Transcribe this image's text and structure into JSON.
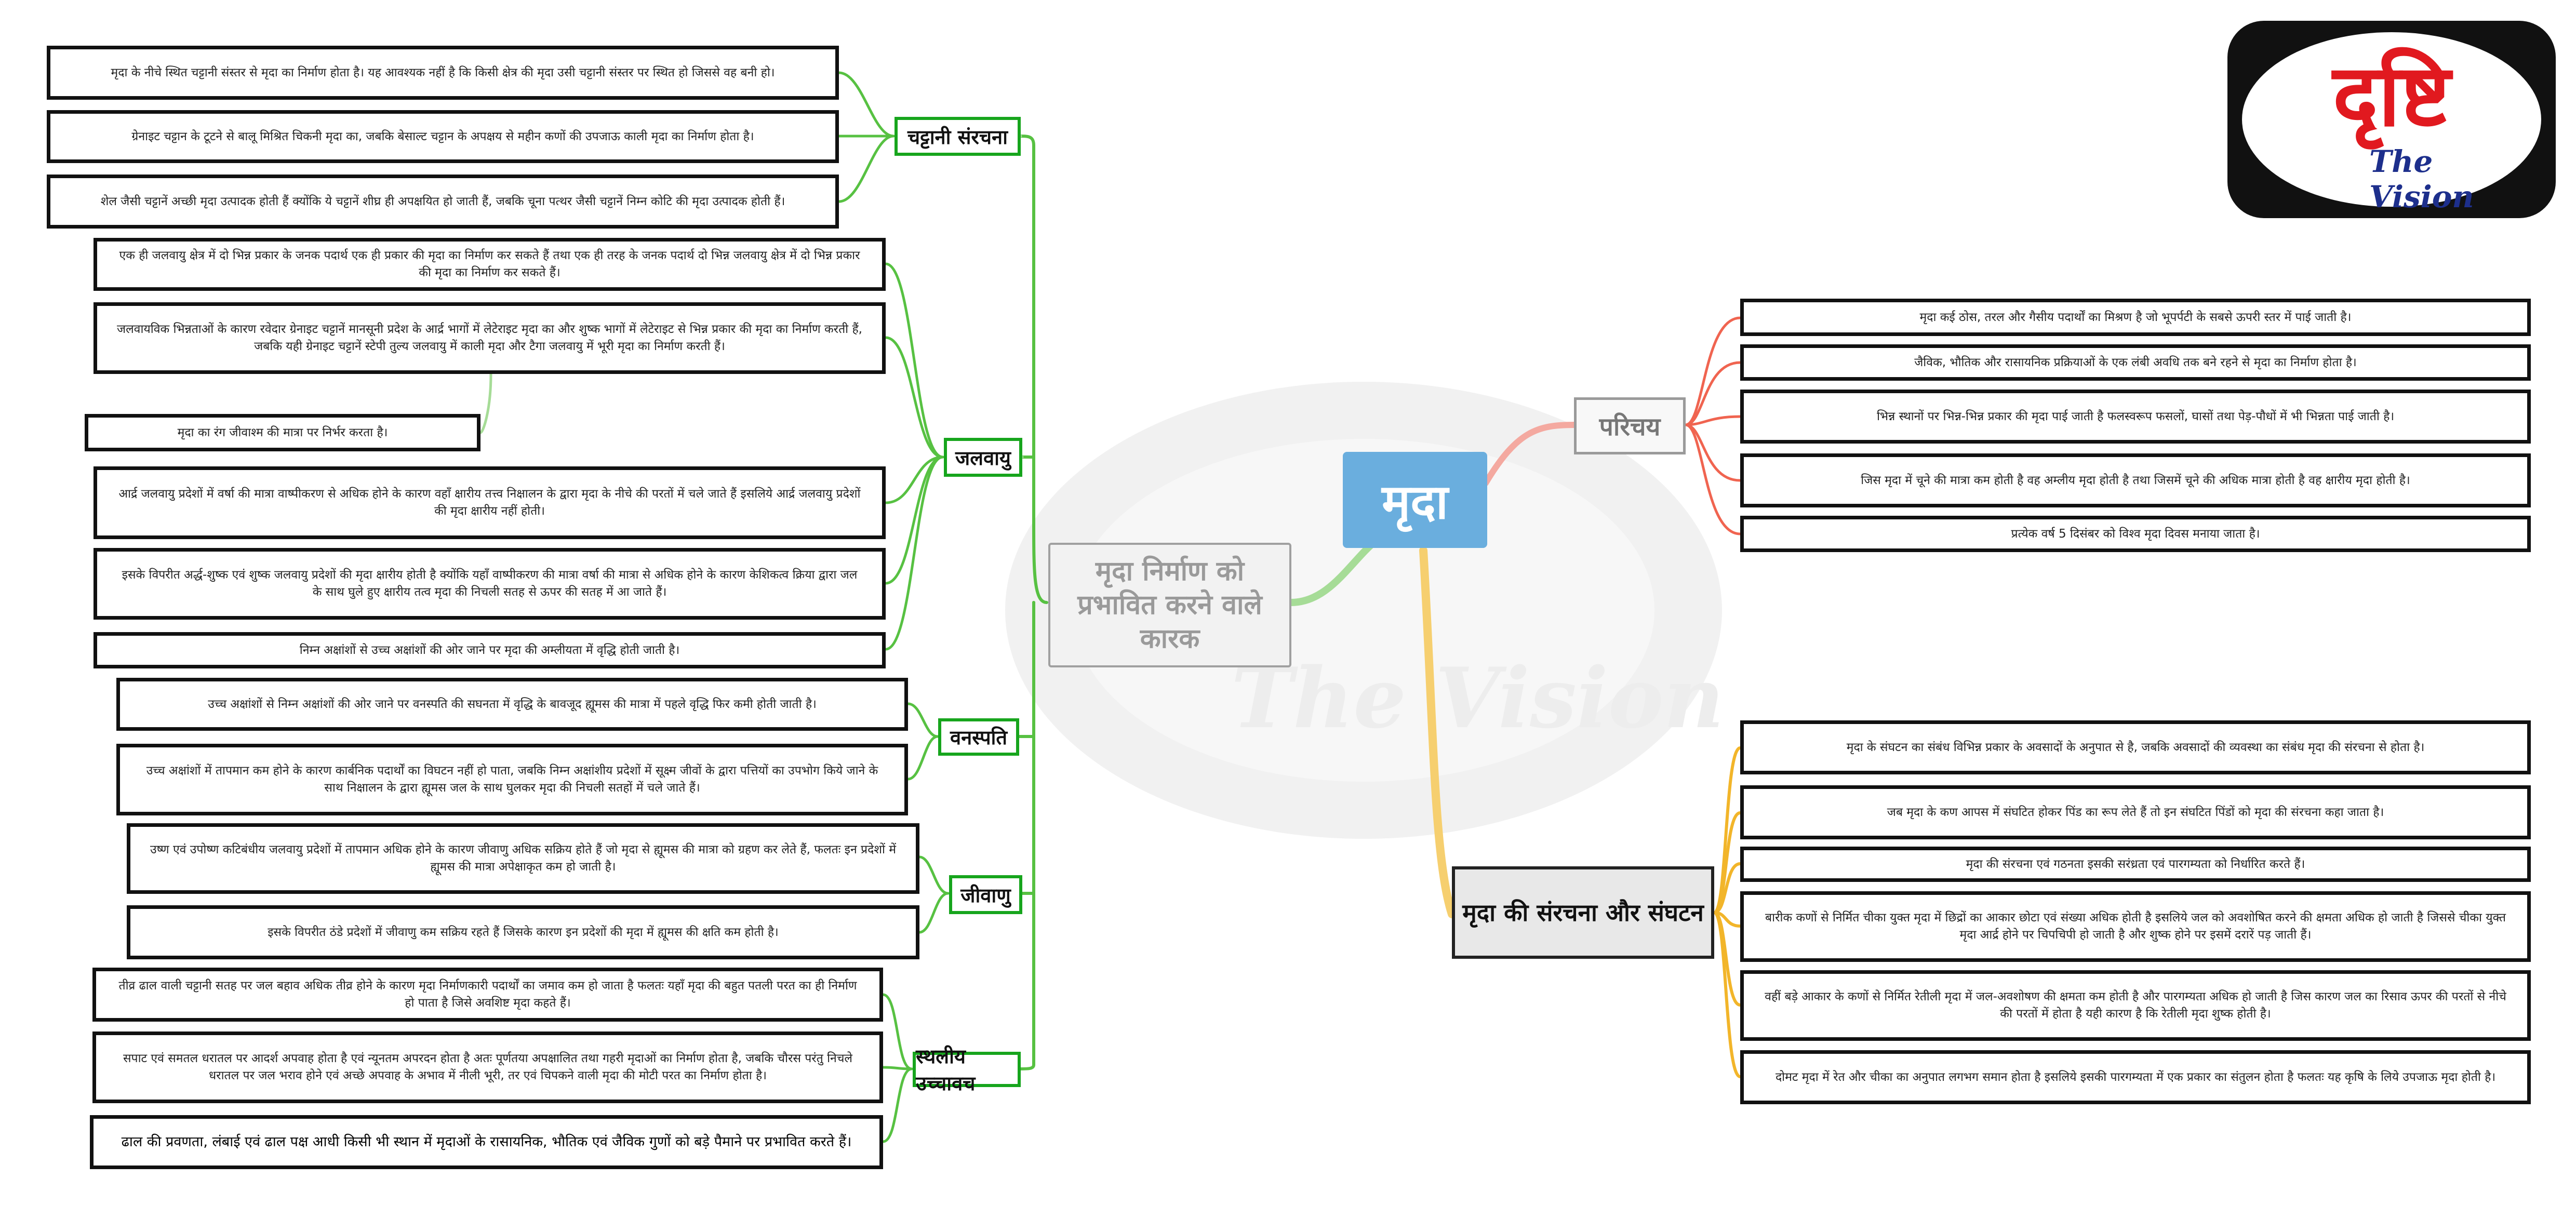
{
  "root": {
    "label": "मृदा"
  },
  "watermark": {
    "text": "The Vision"
  },
  "logo": {
    "hindi": "दृष्टि",
    "english": "The Vision"
  },
  "factors": {
    "label": "मृदा निर्माण को प्रभावित करने वाले कारक",
    "categories": {
      "rock": {
        "label": "चट्टानी संरचना",
        "items": [
          "मृदा के नीचे स्थित चट्टानी संस्तर से मृदा का निर्माण होता है। यह आवश्यक नहीं है कि किसी क्षेत्र की मृदा उसी चट्टानी संस्तर पर स्थित हो जिससे वह बनी हो।",
          "ग्रेनाइट चट्टान के टूटने से बालू मिश्रित चिकनी मृदा का, जबकि बेसाल्ट चट्टान के अपक्षय से महीन कणों की उपजाऊ काली मृदा का निर्माण होता है।",
          "शेल जैसी चट्टानें अच्छी मृदा उत्पादक होती हैं क्योंकि ये चट्टानें शीघ्र ही अपक्षयित हो जाती हैं, जबकि चूना पत्थर जैसी चट्टानें निम्न कोटि की मृदा उत्पादक होती हैं।"
        ]
      },
      "climate": {
        "label": "जलवायु",
        "items": [
          "एक ही जलवायु क्षेत्र में दो भिन्न प्रकार के जनक पदार्थ एक ही प्रकार की मृदा का निर्माण कर सकते हैं तथा एक ही तरह के जनक पदार्थ दो भिन्न जलवायु क्षेत्र में दो भिन्न प्रकार की मृदा का निर्माण कर सकते हैं।",
          "जलवायविक भिन्नताओं के कारण रवेदार ग्रेनाइट चट्टानें मानसूनी प्रदेश के आर्द्र भागों में लेटेराइट मृदा का और शुष्क भागों में लेटेराइट से भिन्न प्रकार की मृदा का निर्माण करती हैं, जबकि यही ग्रेनाइट चट्टानें स्टेपी तुल्य जलवायु में काली मृदा और टैगा जलवायु में भूरी मृदा का निर्माण करती हैं।",
          "मृदा का रंग जीवाश्म की मात्रा पर निर्भर करता है।",
          "आर्द्र जलवायु प्रदेशों में वर्षा की मात्रा वाष्पीकरण से अधिक होने के कारण वहाँ क्षारीय तत्त्व निक्षालन के द्वारा मृदा के नीचे की परतों में चले जाते हैं इसलिये आर्द्र जलवायु प्रदेशों की मृदा क्षारीय नहीं होती।",
          "इसके विपरीत अर्द्ध-शुष्क एवं शुष्क जलवायु प्रदेशों की मृदा क्षारीय होती है क्योंकि यहाँ वाष्पीकरण की मात्रा वर्षा की मात्रा से अधिक होने के कारण केशिकत्व क्रिया द्वारा जल के साथ घुले हुए क्षारीय तत्व मृदा की निचली सतह से ऊपर की सतह में आ जाते हैं।",
          "निम्न अक्षांशों से उच्च अक्षांशों की ओर जाने पर मृदा की अम्लीयता में वृद्धि होती जाती है।"
        ]
      },
      "vegetation": {
        "label": "वनस्पति",
        "items": [
          "उच्च अक्षांशों से निम्न अक्षांशों की ओर जाने पर वनस्पति की सघनता में वृद्धि के बावजूद ह्यूमस की मात्रा में पहले वृद्धि फिर कमी होती जाती है।",
          "उच्च अक्षांशों में तापमान कम होने के कारण कार्बनिक पदार्थों का विघटन नहीं हो पाता, जबकि निम्न अक्षांशीय प्रदेशों में सूक्ष्म जीवों के द्वारा पत्तियों का उपभोग किये जाने के साथ निक्षालन के द्वारा ह्यूमस जल के साथ घुलकर मृदा की निचली सतहों में चले जाते हैं।"
        ]
      },
      "bacteria": {
        "label": "जीवाणु",
        "items": [
          "उष्ण एवं उपोष्ण कटिबंधीय जलवायु प्रदेशों में तापमान अधिक होने के कारण जीवाणु अधिक सक्रिय होते हैं जो मृदा से ह्यूमस की मात्रा को ग्रहण कर लेते हैं, फलतः इन प्रदेशों में ह्यूमस की मात्रा अपेक्षाकृत कम हो जाती है।",
          "इसके विपरीत ठंडे प्रदेशों में जीवाणु कम सक्रिय रहते हैं जिसके कारण इन प्रदेशों की मृदा में ह्यूमस की क्षति कम होती है।"
        ]
      },
      "relief": {
        "label": "स्थलीय उच्चावच",
        "items": [
          "तीव्र ढाल वाली चट्टानी सतह पर जल बहाव अधिक तीव्र होने के कारण मृदा निर्माणकारी पदार्थों का जमाव कम हो जाता है फलतः यहाँ मृदा की बहुत पतली परत का ही निर्माण हो पाता है जिसे अवशिष्ट मृदा कहते हैं।",
          "सपाट एवं समतल धरातल पर आदर्श अपवाह होता है एवं न्यूनतम अपरदन होता है अतः पूर्णतया अपक्षालित तथा गहरी मृदाओं का निर्माण होता है, जबकि चौरस परंतु निचले धरातल पर जल भराव होने एवं अच्छे अपवाह के अभाव में नीली भूरी, तर एवं चिपकने वाली मृदा की मोटी परत का निर्माण होता है।",
          "ढाल की प्रवणता, लंबाई एवं ढाल पक्ष आधी किसी भी स्थान में मृदाओं के रासायनिक, भौतिक एवं जैविक गुणों को बड़े पैमाने पर प्रभावित करते हैं।"
        ]
      }
    }
  },
  "intro": {
    "label": "परिचय",
    "items": [
      "मृदा कई ठोस, तरल और गैसीय पदार्थों का मिश्रण है जो भूपर्पटी के सबसे ऊपरी स्तर में पाई जाती है।",
      "जैविक, भौतिक और रासायनिक प्रक्रियाओं के एक लंबी अवधि तक बने रहने से मृदा का निर्माण होता है।",
      "भिन्न स्थानों पर भिन्न-भिन्न प्रकार की मृदा पाई जाती है फलस्वरूप फसलों, घासों तथा पेड़-पौधों में भी भिन्नता पाई जाती है।",
      "जिस मृदा में चूने की मात्रा कम होती है वह अम्लीय मृदा होती है तथा जिसमें चूने की अधिक मात्रा होती है वह क्षारीय मृदा होती है।",
      "प्रत्येक वर्ष 5 दिसंबर को विश्व मृदा दिवस मनाया जाता है।"
    ]
  },
  "structure": {
    "label": "मृदा की संरचना और संघटन",
    "items": [
      "मृदा के संघटन का संबंध विभिन्न प्रकार के अवसादों के अनुपात से है, जबकि अवसादों की व्यवस्था का संबंध मृदा की संरचना से होता है।",
      "जब मृदा के कण आपस में संघटित होकर पिंड का रूप लेते हैं तो इन संघटित पिंडों को मृदा की संरचना कहा जाता है।",
      "मृदा की संरचना एवं गठनता इसकी सरंध्रता एवं पारगम्यता को निर्धारित करते हैं।",
      "बारीक कणों से निर्मित चीका युक्त मृदा में छिद्रों का आकार छोटा एवं संख्या अधिक होती है इसलिये जल को अवशोषित करने की क्षमता अधिक हो जाती है जिससे चीका युक्त मृदा आर्द्र होने पर चिपचिपी हो जाती है और शुष्क होने पर इसमें दरारें पड़ जाती हैं।",
      "वहीं बड़े आकार के कणों से निर्मित रेतीली मृदा में जल-अवशोषण की क्षमता कम होती है और पारगम्यता अधिक हो जाती है जिस कारण जल का रिसाव ऊपर की परतों से नीचे की परतों में होता है यही कारण है कि रेतीली मृदा शुष्क होती है।",
      "दोमट मृदा में रेत और चीका का अनुपात लगभग समान होता है इसलिये इसकी पारगम्यता में एक प्रकार का संतुलन होता है फलतः यह कृषि के लिये उपजाऊ मृदा होती है।"
    ]
  },
  "colors": {
    "factors_branch": "#57c142",
    "intro_branch": "#f06450",
    "structure_branch": "#f2b52a",
    "root_fill": "#6aaede",
    "logo_red": "#e1191f",
    "logo_blue": "#1d2f8c"
  }
}
